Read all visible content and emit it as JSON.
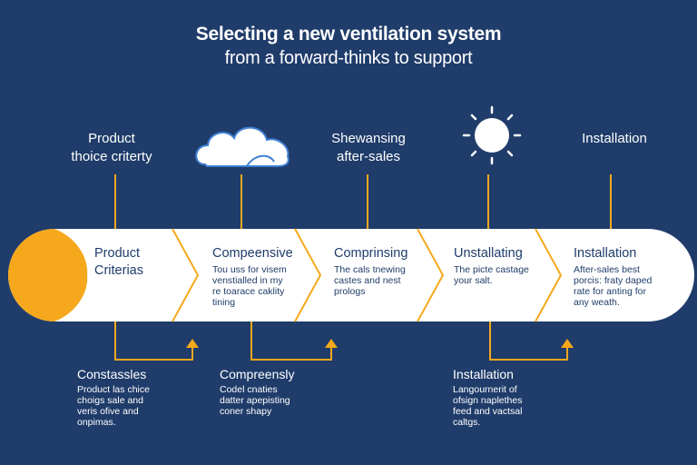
{
  "header": {
    "title": "Selecting a new ventilation system",
    "subtitle": "from a forward-thinks to support"
  },
  "top_labels": [
    {
      "line1": "Product",
      "line2": "thoice criterty"
    },
    {
      "line1": "Shewansing",
      "line2": "after-sales"
    },
    {
      "line1": "Installation",
      "line2": ""
    }
  ],
  "icons": {
    "cloud": "cloud-icon",
    "sun": "sun-icon"
  },
  "steps": [
    {
      "title_line1": "Product",
      "title_line2": "Criterias",
      "text": ""
    },
    {
      "title_line1": "Compeensive",
      "title_line2": "",
      "text_line1": "Tou uss for visem",
      "text_line2": "venstialled in my",
      "text_line3": "re toarace caklity",
      "text_line4": "tining"
    },
    {
      "title_line1": "Comprinsing",
      "title_line2": "",
      "text_line1": "The cals tnewing",
      "text_line2": "castes and nest",
      "text_line3": "prologs",
      "text_line4": ""
    },
    {
      "title_line1": "Unstallating",
      "title_line2": "",
      "text_line1": "The picte castage",
      "text_line2": "your salt.",
      "text_line3": "",
      "text_line4": ""
    },
    {
      "title_line1": "Installation",
      "title_line2": "",
      "text_line1": "After-sales best",
      "text_line2": "porcis: fraty daped",
      "text_line3": "rate for anting for",
      "text_line4": "any weath."
    }
  ],
  "bottom_blocks": [
    {
      "title": "Constassles",
      "line1": "Product las chice",
      "line2": "choigs sale and",
      "line3": "veris ofive and",
      "line4": "onpimas."
    },
    {
      "title": "Compreensly",
      "line1": "Codel cnaties",
      "line2": "datter apepisting",
      "line3": "coner shapy",
      "line4": ""
    },
    {
      "title": "Installation",
      "line1": "Langournerit of",
      "line2": "ofsign naplethes",
      "line3": "feed and vactsal",
      "line4": "caltgs."
    }
  ],
  "colors": {
    "background": "#1f3c6a",
    "band": "#ffffff",
    "accent": "#f5a81c",
    "text_dark": "#1f3c6a",
    "cloud_stroke": "#3d7fd4"
  }
}
